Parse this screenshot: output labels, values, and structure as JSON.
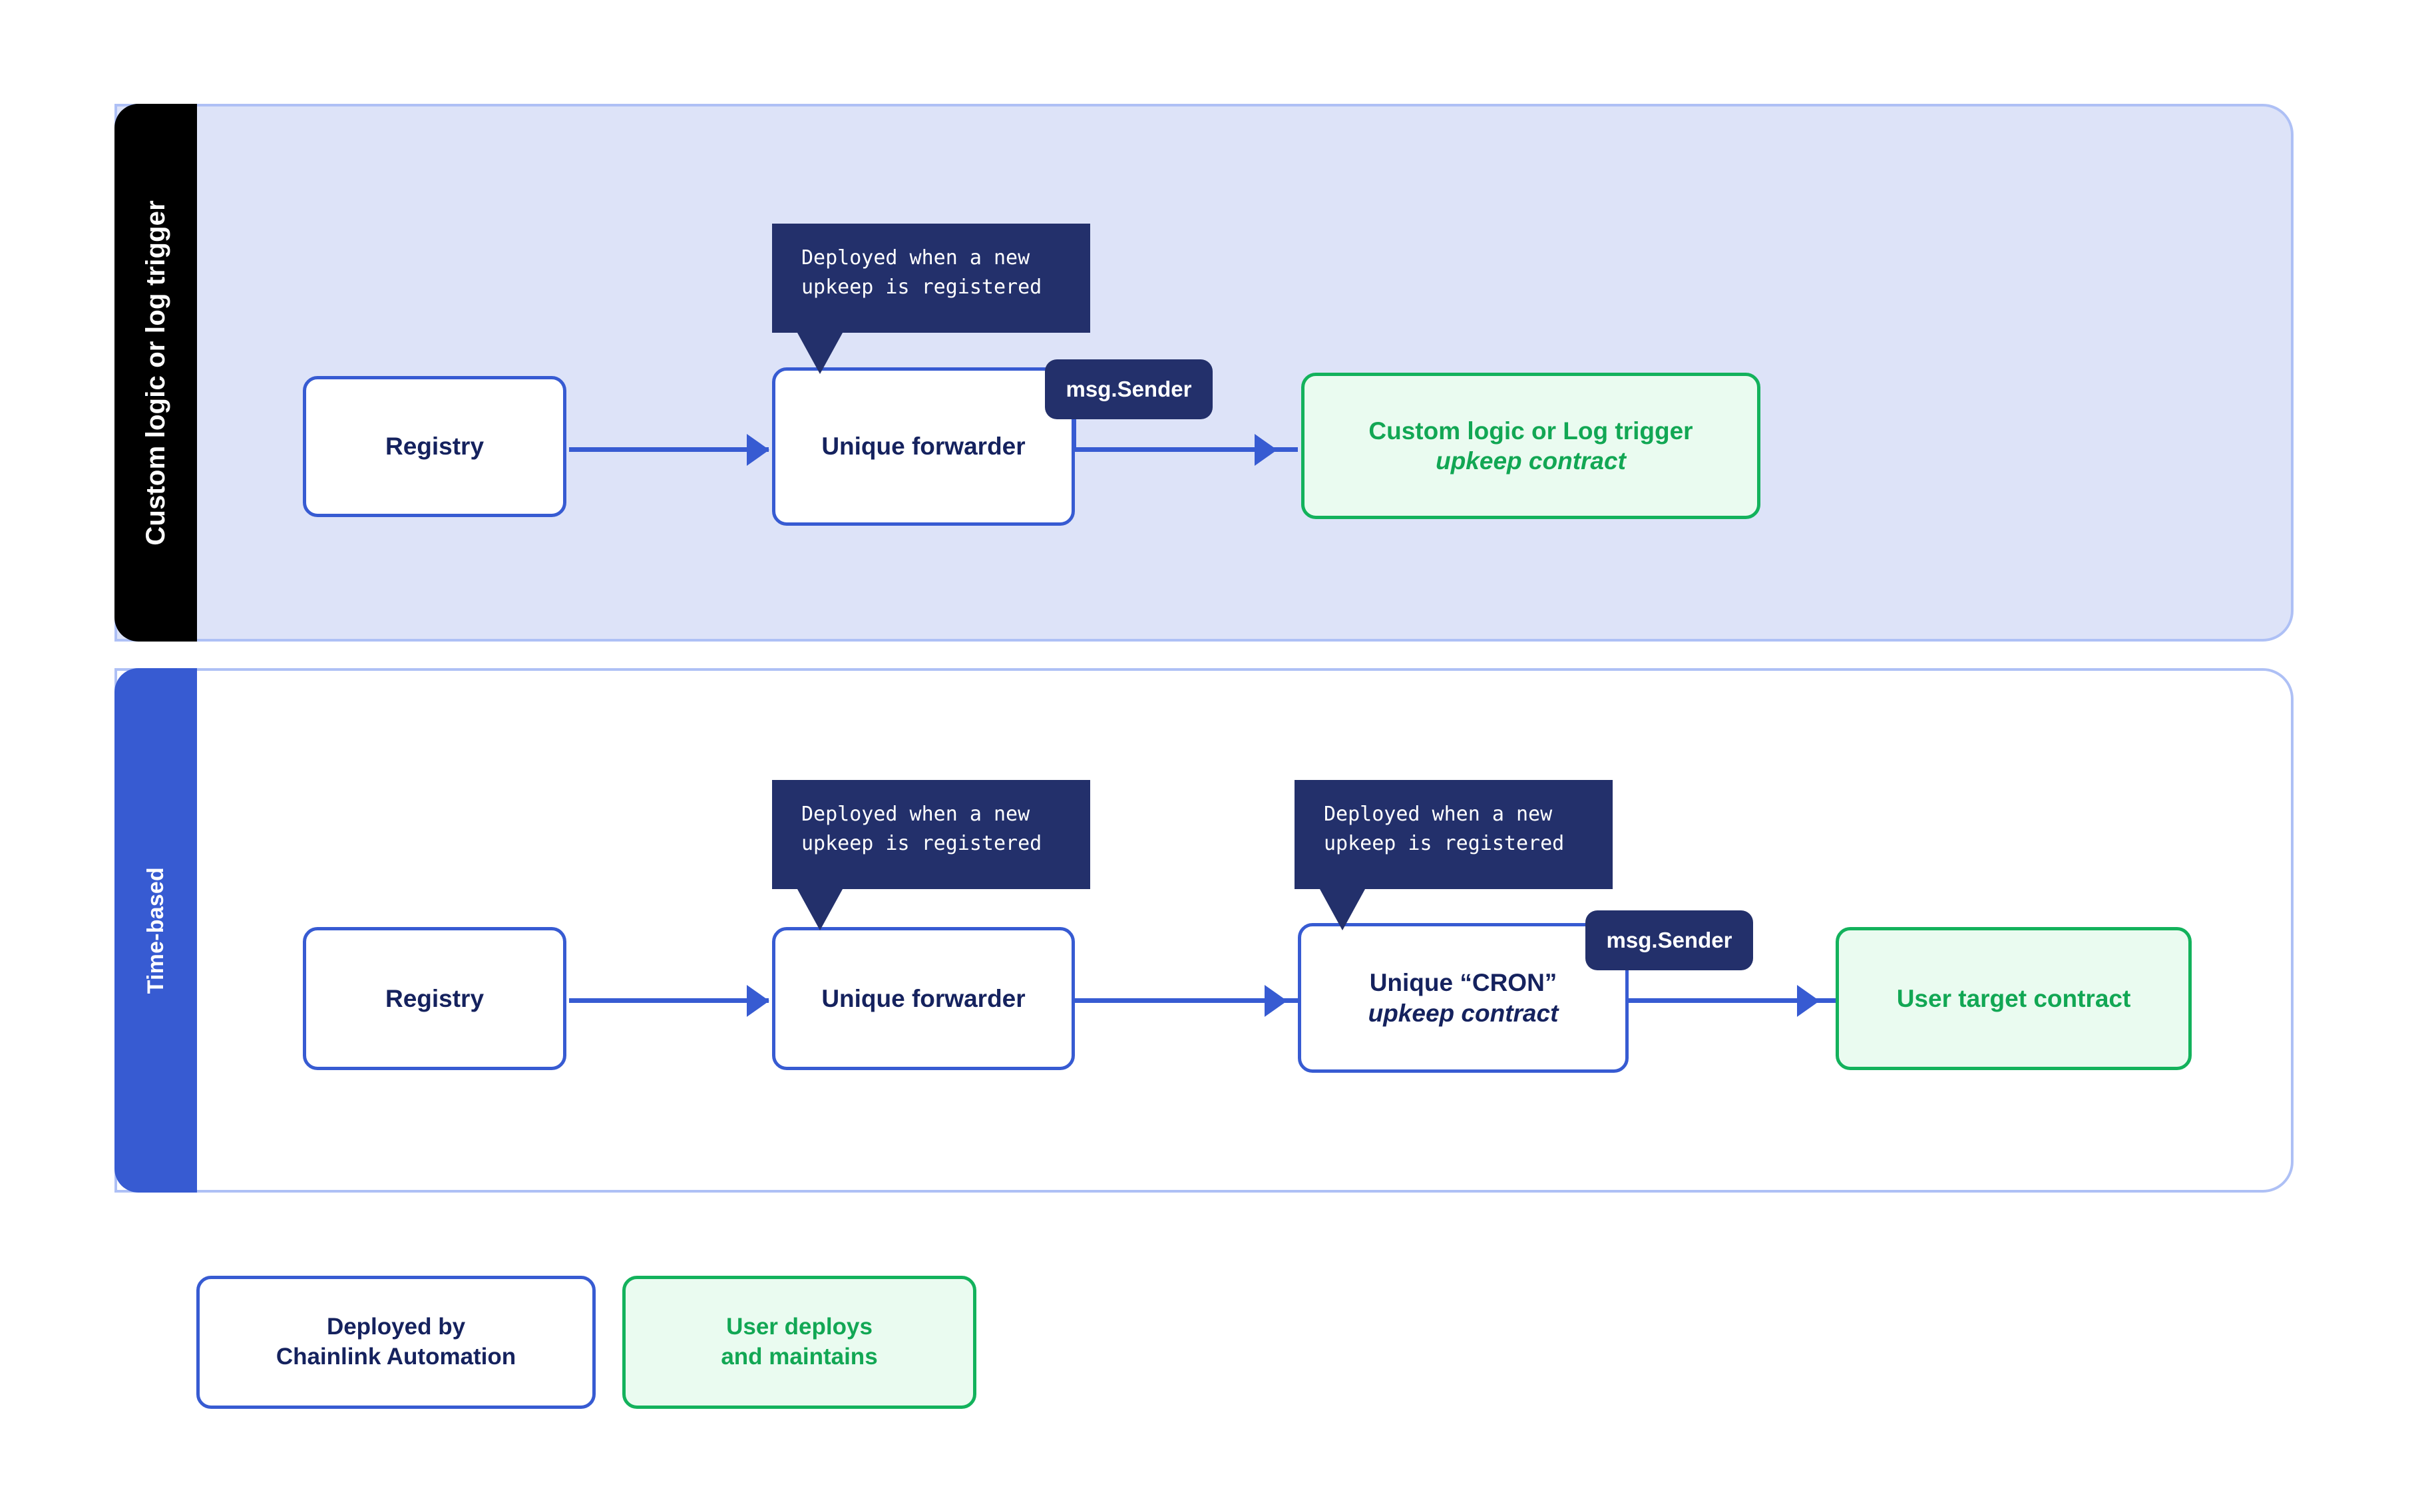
{
  "diagram": {
    "rows": [
      {
        "id": "custom-logic-or-log-trigger",
        "tab_label": "Custom logic or log trigger",
        "tab_bg": "#000000",
        "panel_bg": "#DDE3F8",
        "nodes": [
          {
            "id": "registry",
            "line1": "Registry",
            "line2": "",
            "style": "blue"
          },
          {
            "id": "unique-forwarder",
            "line1": "Unique forwarder",
            "line2": "",
            "style": "blue"
          },
          {
            "id": "upkeep-contract",
            "line1": "Custom logic or Log trigger",
            "line2": "upkeep contract",
            "style": "green"
          }
        ],
        "callouts": [
          {
            "id": "forwarder-callout",
            "line1": "Deployed when a new",
            "line2": "upkeep is registered"
          }
        ],
        "pills": [
          {
            "id": "msg-sender-forwarder",
            "label": "msg.Sender"
          }
        ]
      },
      {
        "id": "time-based",
        "tab_label": "Time-based",
        "tab_bg": "#375BD2",
        "panel_bg": "#FFFFFF",
        "nodes": [
          {
            "id": "registry",
            "line1": "Registry",
            "line2": "",
            "style": "blue"
          },
          {
            "id": "unique-forwarder",
            "line1": "Unique forwarder",
            "line2": "",
            "style": "blue"
          },
          {
            "id": "cron-upkeep-contract",
            "line1": "Unique “CRON”",
            "line2": "upkeep contract",
            "style": "blue"
          },
          {
            "id": "user-target-contract",
            "line1": "User target contract",
            "line2": "",
            "style": "green"
          }
        ],
        "callouts": [
          {
            "id": "forwarder-callout",
            "line1": "Deployed when a new",
            "line2": "upkeep is registered"
          },
          {
            "id": "cron-callout",
            "line1": "Deployed when a new",
            "line2": "upkeep is registered"
          }
        ],
        "pills": [
          {
            "id": "msg-sender-cron",
            "label": "msg.Sender"
          }
        ]
      }
    ],
    "legend": [
      {
        "id": "deployed-by-chainlink-automation",
        "line1": "Deployed by",
        "line2": "Chainlink Automation",
        "style": "blue"
      },
      {
        "id": "user-deploys-and-maintains",
        "line1": "User deploys",
        "line2": "and maintains",
        "style": "green"
      }
    ],
    "colors": {
      "brand_blue": "#375BD2",
      "navy_text": "#15225E",
      "callout_navy": "#23306B",
      "green": "#12A754",
      "green_border": "#13B25C",
      "green_fill": "#EAFBF0",
      "panel_fill": "#DDE3F8",
      "panel_border": "#AEC0F5",
      "black": "#000000"
    }
  }
}
